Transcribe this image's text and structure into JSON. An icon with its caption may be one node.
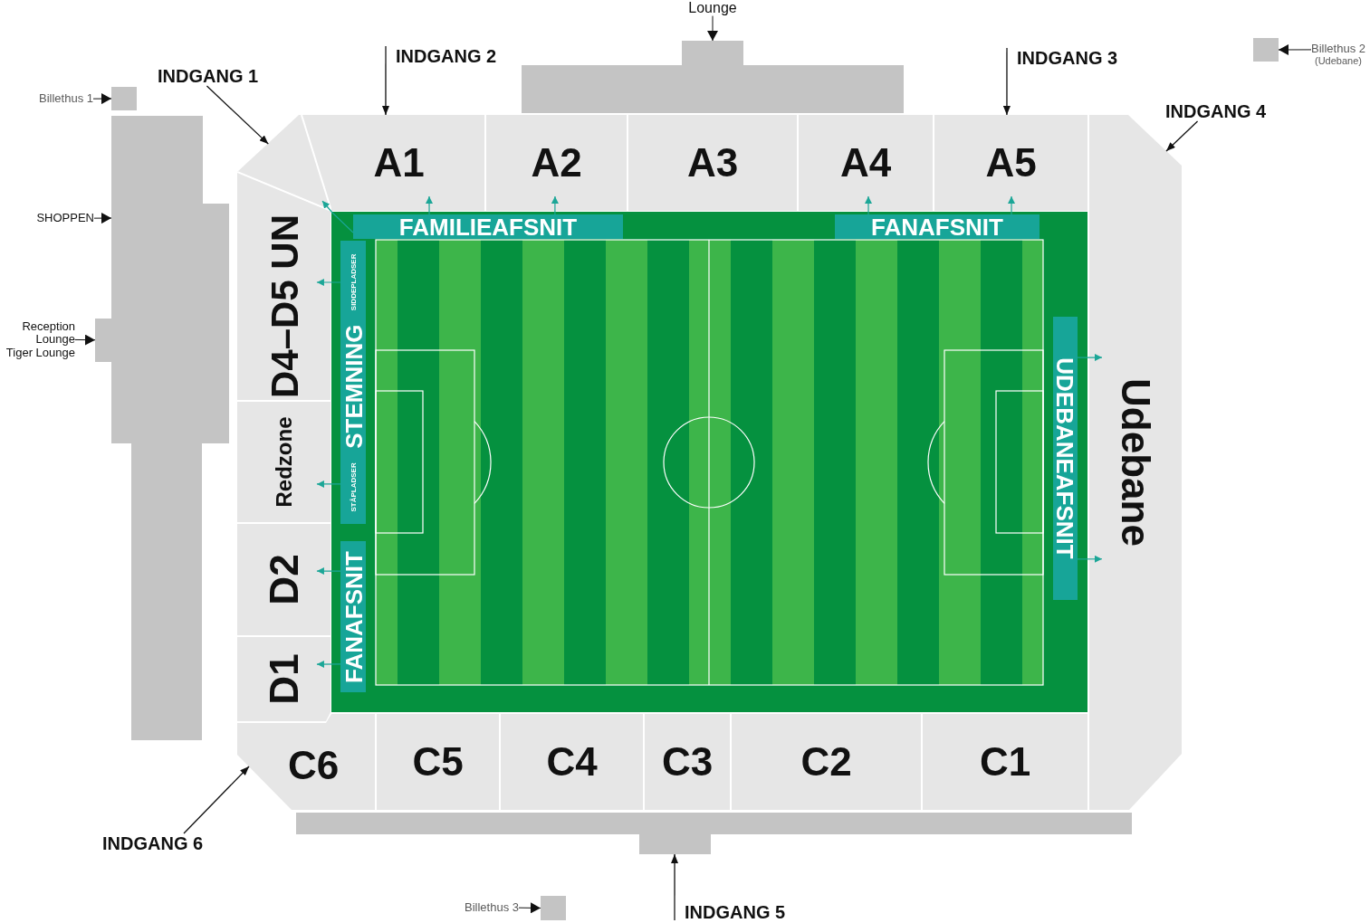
{
  "diagram": {
    "nodes": [
      {
        "text": [
          "Lounge"
        ]
      },
      {
        "text": [],
        "shape": "box"
      },
      {
        "text": [
          "INDGANG 1"
        ]
      },
      {
        "text": [
          "INDGANG 2"
        ]
      },
      {
        "text": [
          "INDGANG 3"
        ]
      },
      {
        "text": [
          "Billethus 2",
          "(Udebane)"
        ]
      },
      {
        "text": [],
        "shape": "box"
      },
      {
        "text": [
          "INDGANG 4"
        ]
      },
      {
        "text": [
          "Billethus 1"
        ]
      },
      {
        "text": [],
        "shape": "box"
      },
      {
        "text": [
          "SHOPPEN"
        ]
      },
      {
        "text": [
          "Reception",
          "Lounge",
          "Tiger Lounge"
        ]
      },
      {
        "text": [],
        "shape": "box"
      },
      {
        "text": [],
        "shape": "triangle"
      },
      {
        "text": [
          "A1"
        ]
      },
      {
        "text": [
          "A2"
        ]
      },
      {
        "text": [
          "A3"
        ]
      },
      {
        "text": [
          "A4"
        ]
      },
      {
        "text": [
          "A5"
        ]
      },
      {
        "text": [
          "FAMILIEAFSNIT"
        ]
      },
      {
        "text": [
          "FANAFSNIT"
        ]
      },
      {
        "text": [
          "D4–D5 UN"
        ]
      },
      {
        "text": [
          "Redzone"
        ]
      },
      {
        "text": [
          "D2"
        ]
      },
      {
        "text": [
          "D1"
        ]
      },
      {
        "text": [
          "STÅPLADSER",
          "STEMNING",
          "SIDDEPLADSER"
        ]
      },
      {
        "text": [
          "FANAFSNIT"
        ]
      },
      {
        "text": [
          "UDEBANEAFSNIT"
        ]
      },
      {
        "text": [
          "Udebane"
        ]
      },
      {
        "text": [
          "C6"
        ]
      },
      {
        "text": [
          "C5"
        ]
      },
      {
        "text": [
          "C4"
        ]
      },
      {
        "text": [
          "C3"
        ]
      },
      {
        "text": [
          "C2"
        ]
      },
      {
        "text": [
          "C1"
        ]
      },
      {
        "text": [],
        "shape": "box"
      },
      {
        "text": [
          "INDGANG 6"
        ]
      },
      {
        "text": [
          "Billethus 3"
        ]
      },
      {
        "text": [],
        "shape": "box"
      },
      {
        "text": [
          "INDGANG 5"
        ]
      }
    ],
    "edges": [
      {
        "from": 0,
        "to": 1,
        "arrow": "to"
      },
      {
        "from": 2,
        "to": 13,
        "arrow": "to"
      },
      {
        "from": 3,
        "to": 14,
        "arrow": "to"
      },
      {
        "from": 4,
        "to": 18,
        "arrow": "to"
      },
      {
        "from": 5,
        "to": 6,
        "arrow": "to"
      },
      {
        "from": 7,
        "to": 28,
        "arrow": "to"
      },
      {
        "from": 8,
        "to": 9,
        "arrow": "to"
      },
      {
        "from": 10,
        "to": 12,
        "arrow": "to"
      },
      {
        "from": 11,
        "to": 12,
        "arrow": "to"
      },
      {
        "from": 19,
        "to": 13,
        "arrow": "to",
        "color": "#1ba697"
      },
      {
        "from": 19,
        "to": 14,
        "arrow": "to",
        "color": "#1ba697"
      },
      {
        "from": 19,
        "to": 15,
        "arrow": "to",
        "color": "#1ba697"
      },
      {
        "from": 20,
        "to": 17,
        "arrow": "to",
        "color": "#1ba697"
      },
      {
        "from": 20,
        "to": 18,
        "arrow": "to",
        "color": "#1ba697"
      },
      {
        "from": 25,
        "to": 21,
        "arrow": "to",
        "color": "#1ba697"
      },
      {
        "from": 25,
        "to": 22,
        "arrow": "to",
        "color": "#1ba697"
      },
      {
        "from": 26,
        "to": 23,
        "arrow": "to",
        "color": "#1ba697"
      },
      {
        "from": 26,
        "to": 24,
        "arrow": "to",
        "color": "#1ba697"
      },
      {
        "from": 27,
        "to": 28,
        "arrow": "to",
        "color": "#1ba697"
      },
      {
        "from": 27,
        "to": 28,
        "arrow": "to",
        "color": "#1ba697"
      },
      {
        "from": 36,
        "to": 29,
        "arrow": "to"
      },
      {
        "from": 37,
        "to": 38,
        "arrow": "to"
      },
      {
        "from": 39,
        "to": 35,
        "arrow": "to"
      }
    ]
  }
}
